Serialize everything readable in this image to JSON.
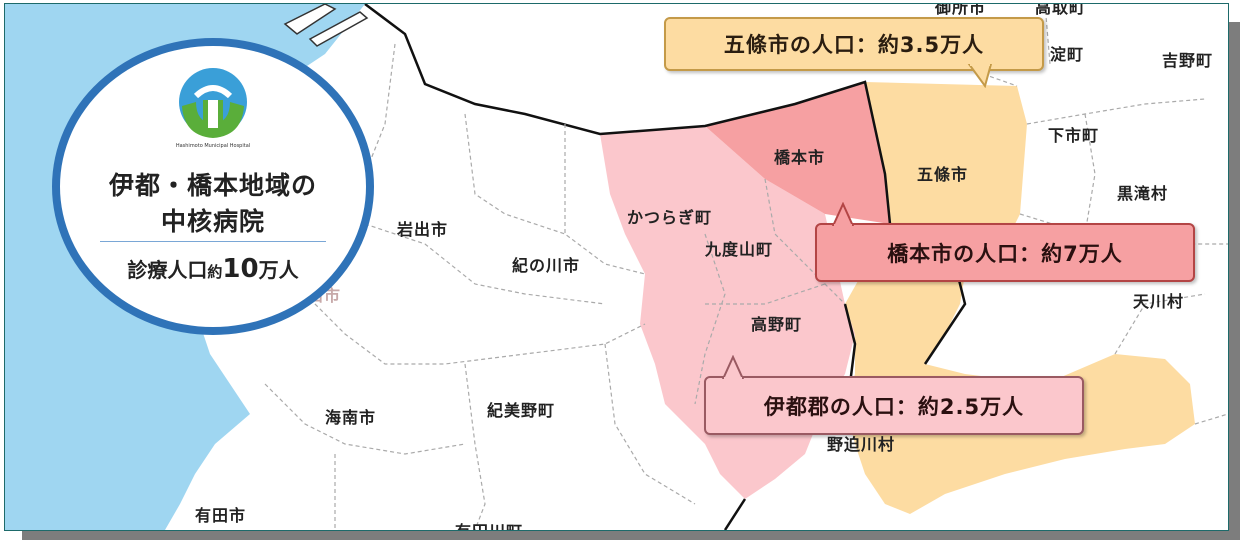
{
  "colors": {
    "sea": "#9fd6f1",
    "hashimoto": "#f6a0a2",
    "ito": "#fbc7cc",
    "gojo": "#fddca2",
    "hospital_ring": "#2f73b8"
  },
  "hospital": {
    "logo_text": "Hashimoto Municipal Hospital",
    "title_line1": "伊都・橋本地域の",
    "title_line2": "中核病院",
    "pop_prefix": "診療人口",
    "pop_approx": "約",
    "pop_number": "10",
    "pop_unit": "万人"
  },
  "callouts": {
    "gojo": "五條市の人口：約3.5万人",
    "hashimoto": "橋本市の人口：約7万人",
    "ito": "伊都郡の人口：約2.5万人"
  },
  "places": {
    "hashimoto_city": "橋本市",
    "gojo_city": "五條市",
    "katsuragi": "かつらぎ町",
    "kudoyama": "九度山町",
    "koya": "高野町",
    "nosegawa": "野迫川村",
    "iwade": "岩出市",
    "kinokawa": "紀の川市",
    "wakayama": "和歌山市",
    "kainan": "海南市",
    "kimino": "紀美野町",
    "arida": "有田市",
    "aridagawa": "有田川町",
    "yodo": "淀町",
    "yoshino": "吉野町",
    "shimoichi": "下市町",
    "kurotaki": "黒滝村",
    "tenkawa": "天川村",
    "gose": "御所市",
    "takatori": "高取町"
  }
}
